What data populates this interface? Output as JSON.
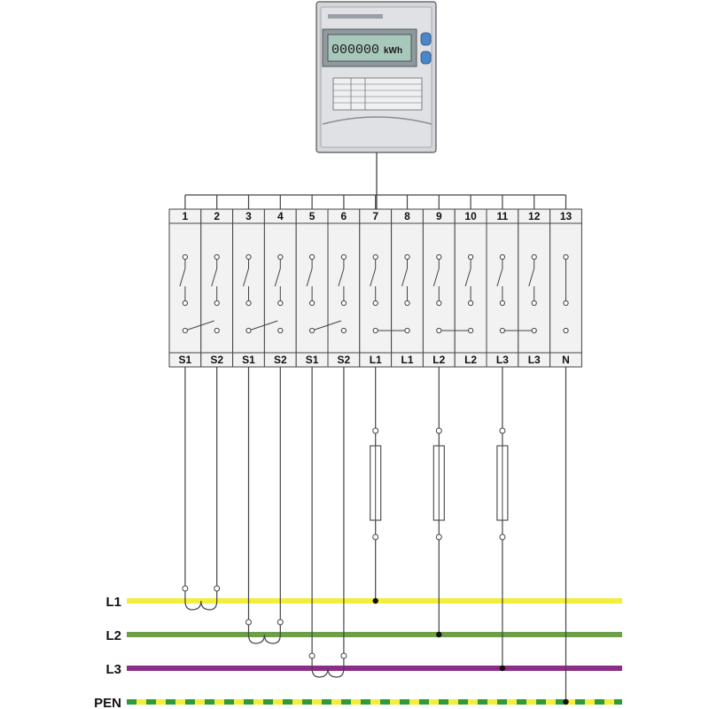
{
  "meter": {
    "display_value": "000000",
    "unit": "kWh",
    "button_color": "#4a86c8",
    "lcd_color": "#a8c8bc"
  },
  "terminals": [
    {
      "num": "1",
      "label": "S1",
      "kind": "current"
    },
    {
      "num": "2",
      "label": "S2",
      "kind": "current"
    },
    {
      "num": "3",
      "label": "S1",
      "kind": "current"
    },
    {
      "num": "4",
      "label": "S2",
      "kind": "current"
    },
    {
      "num": "5",
      "label": "S1",
      "kind": "current"
    },
    {
      "num": "6",
      "label": "S2",
      "kind": "current"
    },
    {
      "num": "7",
      "label": "L1",
      "kind": "voltage"
    },
    {
      "num": "8",
      "label": "L1",
      "kind": "voltage"
    },
    {
      "num": "9",
      "label": "L2",
      "kind": "voltage"
    },
    {
      "num": "10",
      "label": "L2",
      "kind": "voltage"
    },
    {
      "num": "11",
      "label": "L3",
      "kind": "voltage"
    },
    {
      "num": "12",
      "label": "L3",
      "kind": "voltage"
    },
    {
      "num": "13",
      "label": "N",
      "kind": "neutral"
    }
  ],
  "buses": [
    {
      "label": "L1",
      "color": "#f2ee3a"
    },
    {
      "label": "L2",
      "color": "#6f9e48"
    },
    {
      "label": "L3",
      "color": "#8a2f86"
    },
    {
      "label": "PEN",
      "color": "#f2ee3a",
      "stripe": "#2f9a3a"
    }
  ],
  "colors": {
    "wire": "#444444",
    "block_fill": "#f2f2f2",
    "meter_body": "#d4d6da"
  }
}
